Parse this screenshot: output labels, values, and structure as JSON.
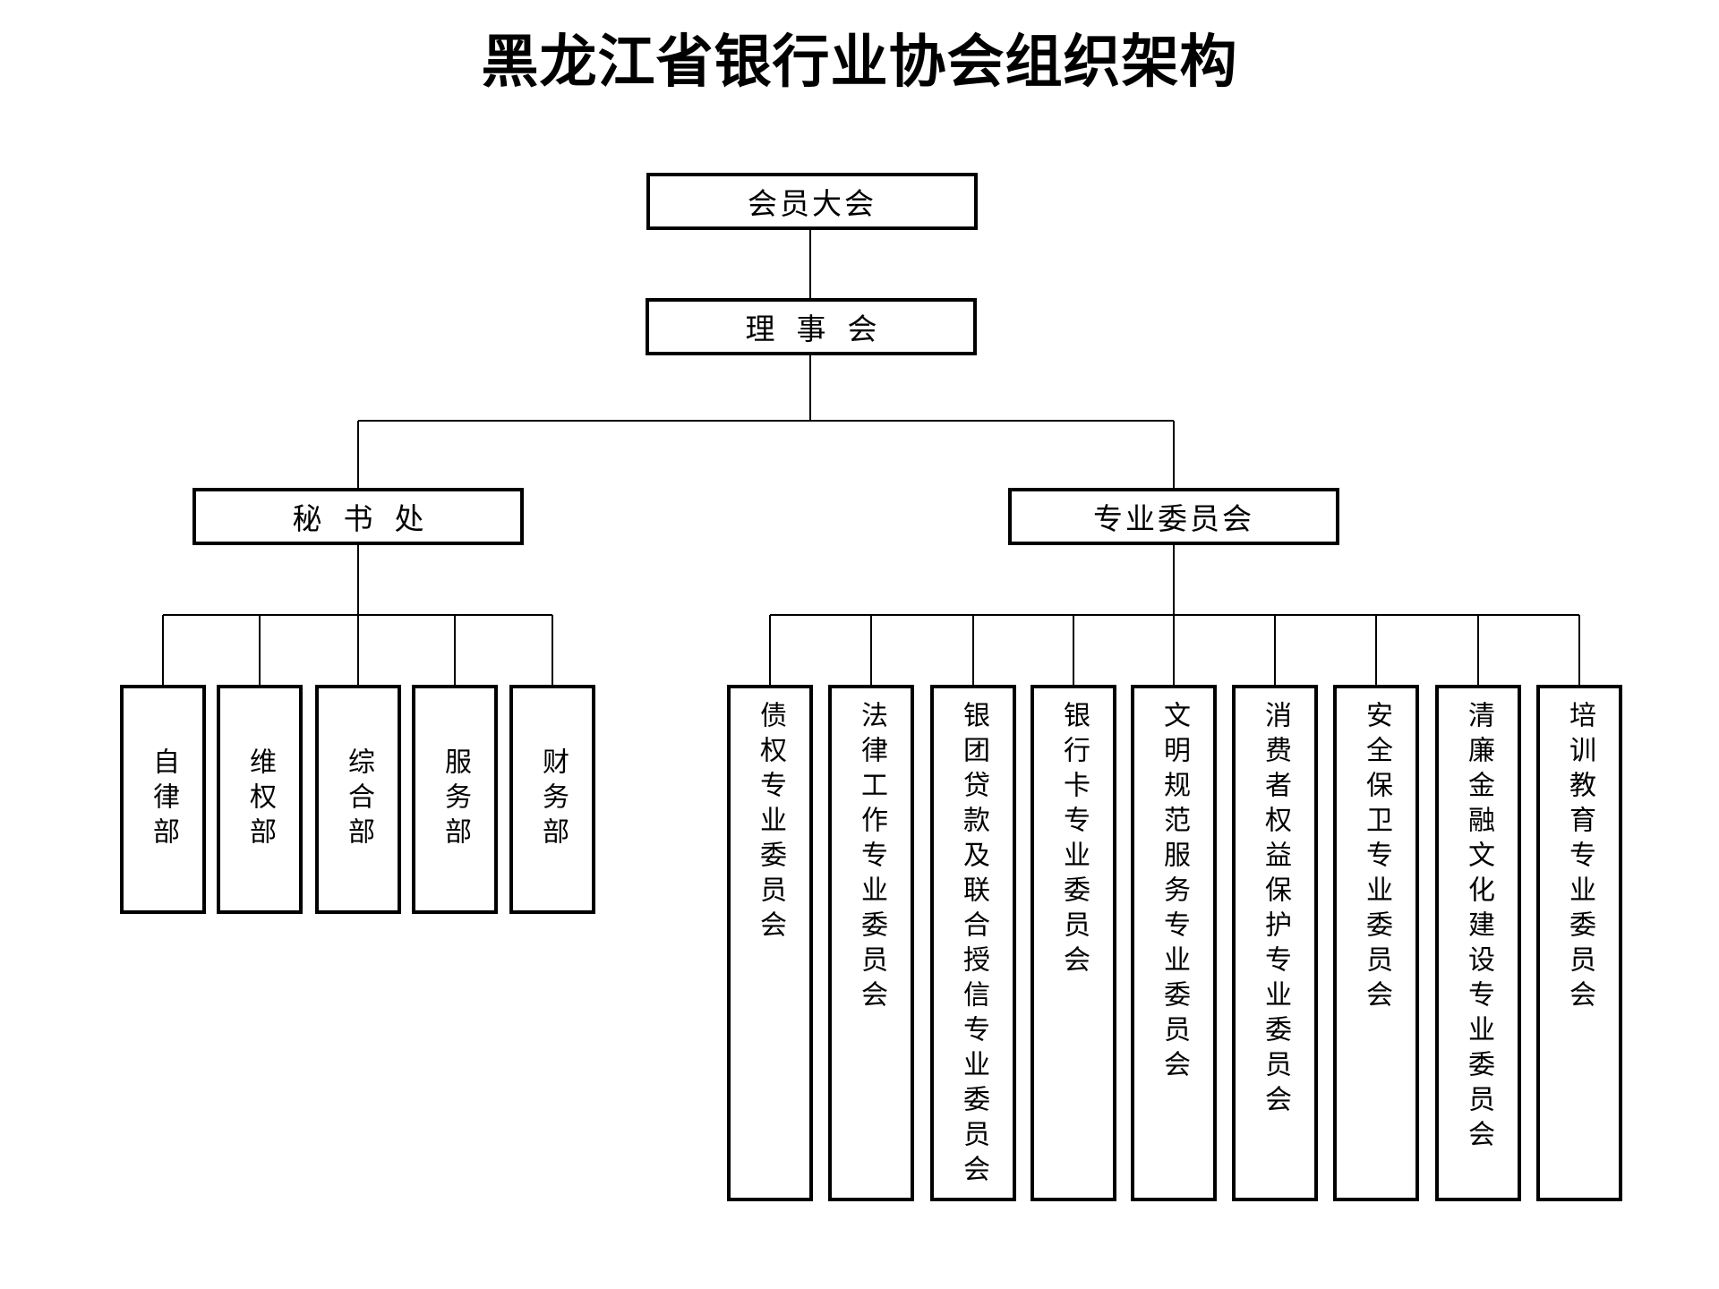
{
  "title": "黑龙江省银行业协会组织架构",
  "nodes": {
    "general_assembly": "会员大会",
    "council": "理事会",
    "secretariat": "秘书处",
    "committees": "专业委员会"
  },
  "secretariat_departments": [
    "自律部",
    "维权部",
    "综合部",
    "服务部",
    "财务部"
  ],
  "professional_committees": [
    "债权专业委员会",
    "法律工作专业委员会",
    "银团贷款及联合授信专业委员会",
    "银行卡专业委员会",
    "文明规范服务专业委员会",
    "消费者权益保护专业委员会",
    "安全保卫专业委员会",
    "清廉金融文化建设专业委员会",
    "培训教育专业委员会"
  ]
}
